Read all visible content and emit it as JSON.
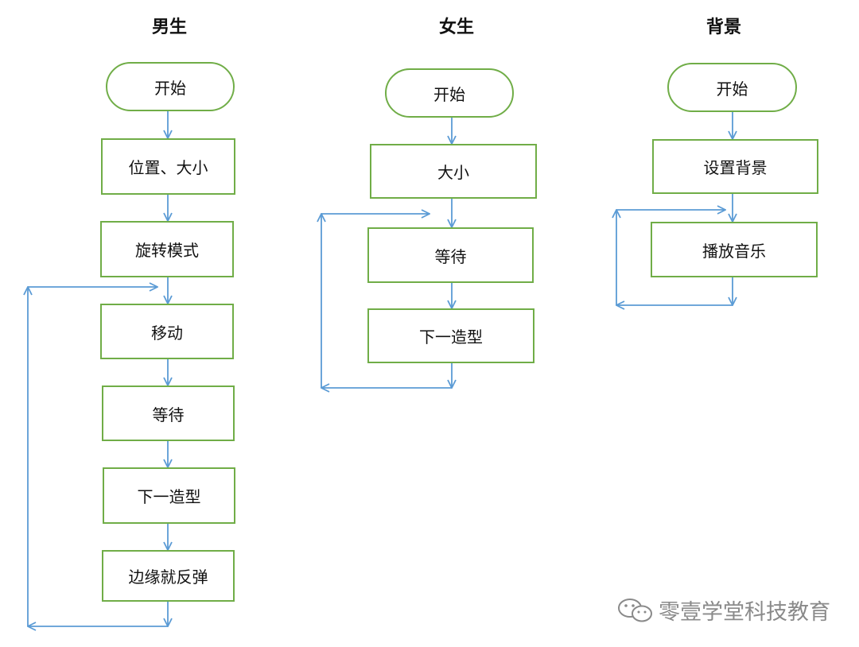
{
  "colors": {
    "node_border": "#70ad47",
    "arrow": "#5b9bd5",
    "text": "#111111",
    "watermark": "#8a8a8a"
  },
  "columns": [
    {
      "title": "男生",
      "start": "开始",
      "steps": [
        "位置、大小",
        "旋转模式",
        "移动",
        "等待",
        "下一造型",
        "边缘就反弹"
      ],
      "loop_from_step": 3
    },
    {
      "title": "女生",
      "start": "开始",
      "steps": [
        "大小",
        "等待",
        "下一造型"
      ],
      "loop_from_step": 2
    },
    {
      "title": "背景",
      "start": "开始",
      "steps": [
        "设置背景",
        "播放音乐"
      ],
      "loop_from_step": 2
    }
  ],
  "watermark": {
    "icon": "wechat-icon",
    "text": "零壹学堂科技教育"
  }
}
